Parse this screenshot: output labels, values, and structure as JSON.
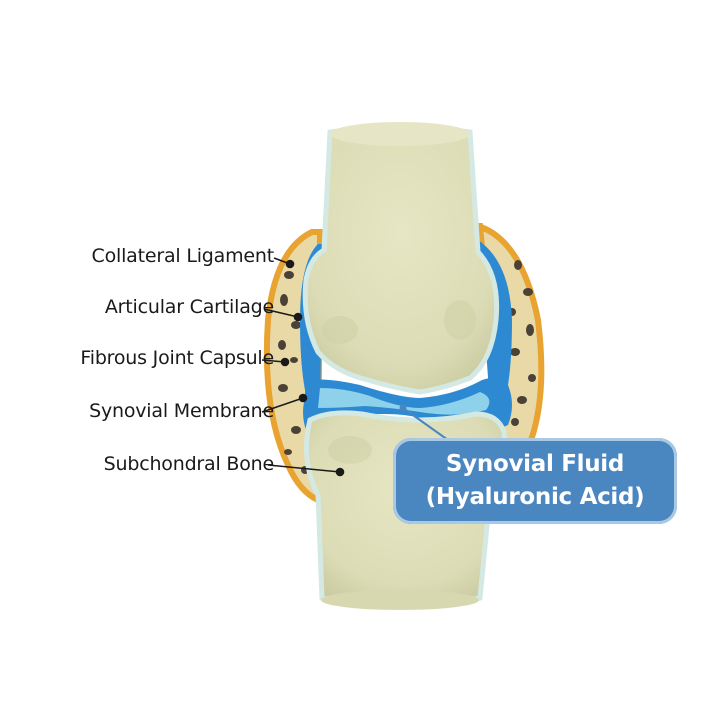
{
  "labels": {
    "collateral_ligament": "Collateral Ligament",
    "articular_cartilage": "Articular Cartilage",
    "fibrous_joint_capsule": "Fibrous Joint Capsule",
    "synovial_membrane": "Synovial Membrane",
    "subchondral_bone": "Subchondral Bone"
  },
  "callout": {
    "line1": "Synovial Fluid",
    "line2": "(Hyaluronic Acid)"
  },
  "colors": {
    "capsule_orange": "#e8a331",
    "capsule_fill": "#e9d9a7",
    "bone": "#dcdcb6",
    "bone_shadow": "#c6c69c",
    "synovial_blue": "#2d8ad2",
    "cartilage": "#d9efe9",
    "fluid": "#8dd1ea",
    "callout_blue": "#4a86bf"
  }
}
